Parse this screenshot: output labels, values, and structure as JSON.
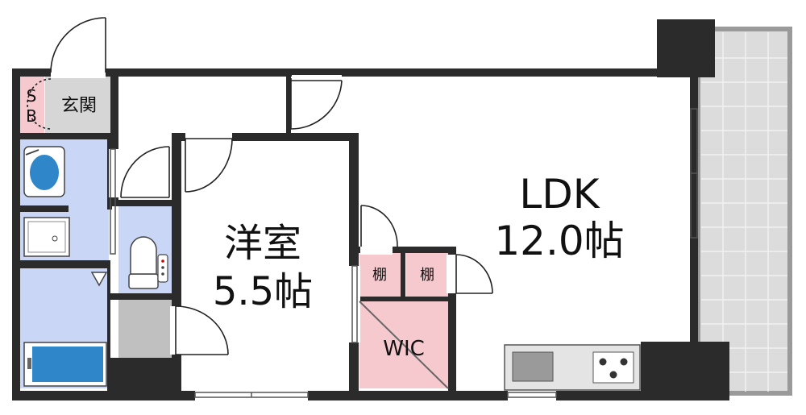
{
  "rooms": {
    "sb": {
      "line1": "S",
      "line2": "B"
    },
    "genkan": "玄関",
    "youshitsu": {
      "name": "洋室",
      "size": "5.5帖"
    },
    "ldk": {
      "name": "LDK",
      "size": "12.0帖"
    },
    "wic": "WIC",
    "shelf_left": "棚",
    "shelf_right": "棚"
  },
  "colors": {
    "wall": "#2b2b2b",
    "wet_area": "#c9d6f5",
    "pink": "#f6c9cf",
    "grey_floor": "#d6d6d6",
    "balcony": "#d9d9d9"
  }
}
